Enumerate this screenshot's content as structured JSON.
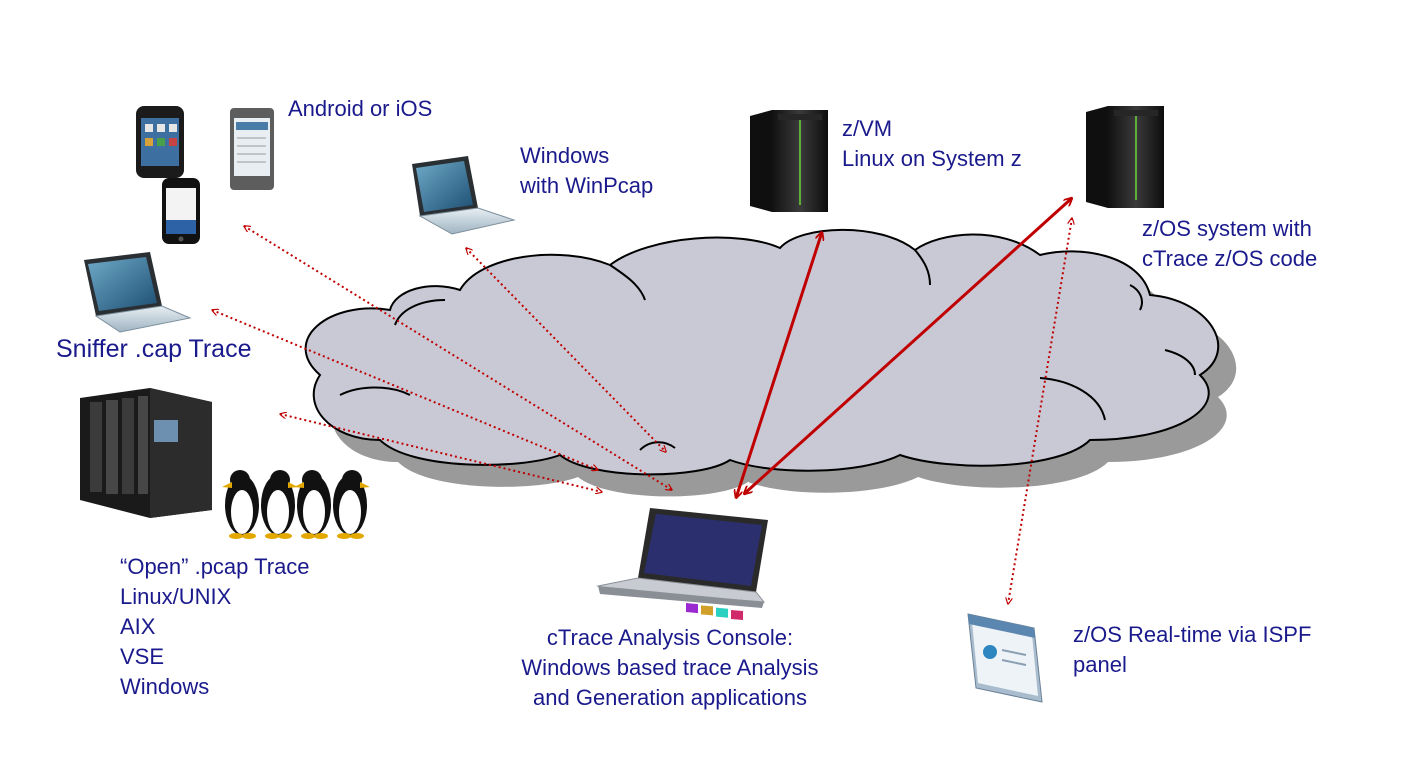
{
  "nodes": {
    "mobile": {
      "label": "Android or iOS"
    },
    "windows_winpcap": {
      "line1": "Windows",
      "line2": "with WinPcap"
    },
    "zvm": {
      "line1": "z/VM",
      "line2": "Linux on System z"
    },
    "zos": {
      "line1": "z/OS system with",
      "line2": "cTrace z/OS code"
    },
    "sniffer": {
      "label": "Sniffer .cap Trace"
    },
    "open_pcap": {
      "lines": [
        "“Open” .pcap Trace",
        "Linux/UNIX",
        "AIX",
        "VSE",
        "Windows"
      ]
    },
    "console": {
      "lines": [
        "cTrace Analysis Console:",
        "Windows based trace Analysis",
        "and Generation applications"
      ]
    },
    "ispf": {
      "line1": "z/OS Real-time via ISPF",
      "line2": "panel"
    }
  },
  "colors": {
    "text": "#1a1a8c",
    "arrow": "#c00000",
    "cloud_fill": "#c9c9d6",
    "cloud_shadow": "#9a9a9a"
  },
  "icons": [
    "smartphone-icon",
    "tablet-phone-icon",
    "iphone-icon",
    "laptop-icon",
    "mainframe-server-icon",
    "server-rack-icon",
    "penguin-icon",
    "windows-laptop-icon",
    "ispf-window-icon",
    "cloud-icon"
  ]
}
